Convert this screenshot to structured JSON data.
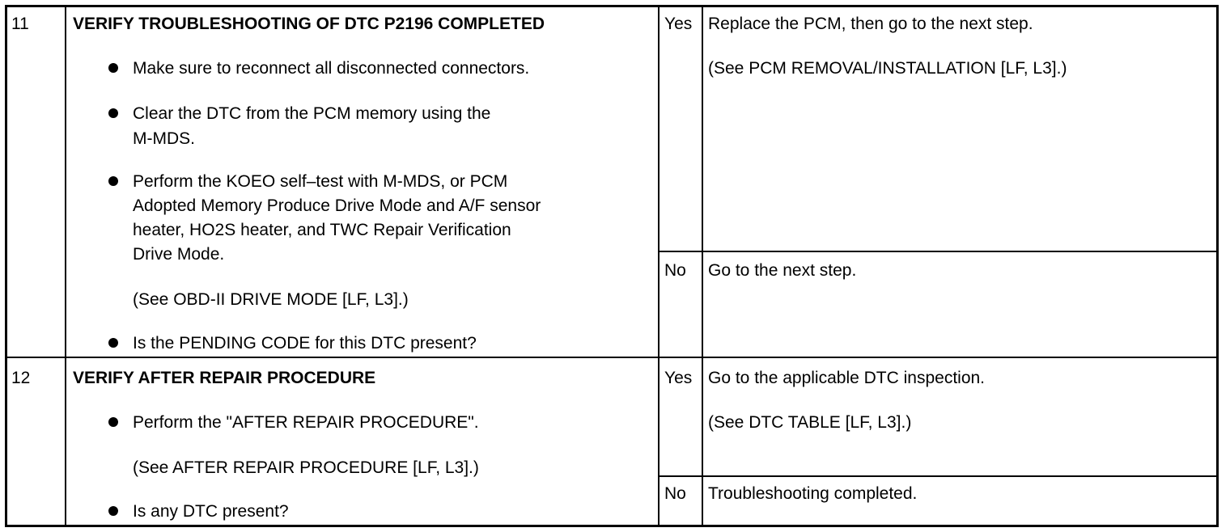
{
  "rows": [
    {
      "step": "11",
      "title": "VERIFY TROUBLESHOOTING OF DTC P2196 COMPLETED",
      "items": [
        {
          "lines": [
            "Make sure to reconnect all disconnected connectors."
          ]
        },
        {
          "lines": [
            "Clear the DTC from the PCM memory using the",
            "M-MDS."
          ]
        },
        {
          "lines": [
            "Perform the KOEO self–test with M-MDS, or PCM",
            "Adopted Memory Produce Drive Mode and A/F sensor",
            "heater, HO2S heater, and TWC Repair Verification",
            "Drive Mode."
          ]
        },
        {
          "note": "(See OBD-II DRIVE MODE [LF, L3].)"
        },
        {
          "lines": [
            "Is the PENDING CODE for this DTC present?"
          ]
        }
      ],
      "yes_label": "Yes",
      "yes_lines": [
        "Replace the PCM, then go to the next step.",
        "(See PCM REMOVAL/INSTALLATION [LF, L3].)"
      ],
      "no_label": "No",
      "no_lines": [
        "Go to the next step."
      ]
    },
    {
      "step": "12",
      "title": "VERIFY AFTER REPAIR PROCEDURE",
      "items": [
        {
          "lines": [
            "Perform the \"AFTER REPAIR PROCEDURE\"."
          ]
        },
        {
          "note": "(See AFTER REPAIR PROCEDURE [LF, L3].)"
        },
        {
          "lines": [
            "Is any DTC present?"
          ]
        }
      ],
      "yes_label": "Yes",
      "yes_lines": [
        "Go to the applicable DTC inspection.",
        "(See DTC TABLE [LF, L3].)"
      ],
      "no_label": "No",
      "no_lines": [
        "Troubleshooting completed."
      ]
    }
  ]
}
